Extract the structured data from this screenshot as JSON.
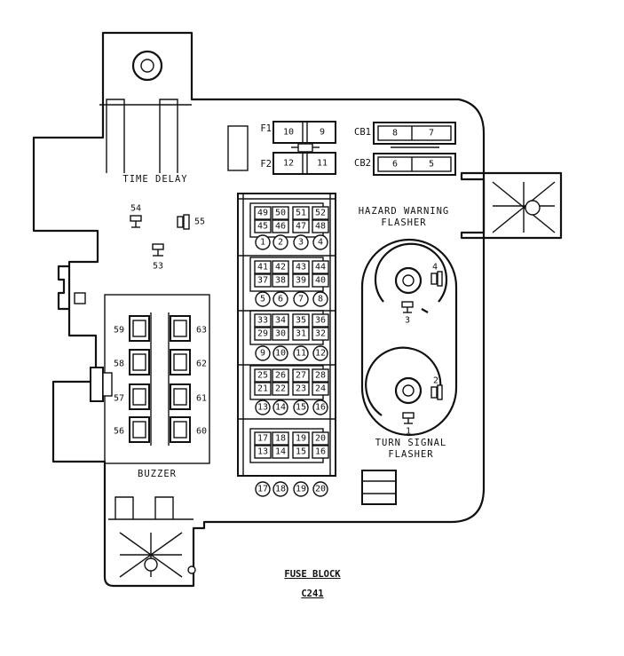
{
  "labels": {
    "time_delay": "TIME DELAY",
    "buzzer": "BUZZER",
    "hazard_line1": "HAZARD WARNING",
    "hazard_line2": "FLASHER",
    "turn_line1": "TURN SIGNAL",
    "turn_line2": "FLASHER",
    "title": "FUSE BLOCK",
    "connector": "C241",
    "f1": "F1",
    "f2": "F2",
    "cb1": "CB1",
    "cb2": "CB2"
  },
  "fuses": {
    "f1_left": "10",
    "f1_right": "9",
    "f2_left": "12",
    "f2_right": "11",
    "cb1_left": "8",
    "cb1_right": "7",
    "cb2_left": "6",
    "cb2_right": "5"
  },
  "terminals": {
    "t53": "53",
    "t54": "54",
    "t55": "55",
    "t56": "56",
    "t57": "57",
    "t58": "58",
    "t59": "59",
    "t60": "60",
    "t61": "61",
    "t62": "62",
    "t63": "63",
    "flasher_1": "1",
    "flasher_2": "2",
    "flasher_3": "3",
    "flasher_4": "4"
  },
  "connector_blocks": [
    {
      "rows": [
        [
          "49",
          "50",
          "51",
          "52"
        ],
        [
          "45",
          "46",
          "47",
          "48"
        ]
      ],
      "circles": [
        "1",
        "2",
        "3",
        "4"
      ]
    },
    {
      "rows": [
        [
          "41",
          "42",
          "43",
          "44"
        ],
        [
          "37",
          "38",
          "39",
          "40"
        ]
      ],
      "circles": [
        "5",
        "6",
        "7",
        "8"
      ]
    },
    {
      "rows": [
        [
          "33",
          "34",
          "35",
          "36"
        ],
        [
          "29",
          "30",
          "31",
          "32"
        ]
      ],
      "circles": [
        "9",
        "10",
        "11",
        "12"
      ]
    },
    {
      "rows": [
        [
          "25",
          "26",
          "27",
          "28"
        ],
        [
          "21",
          "22",
          "23",
          "24"
        ]
      ],
      "circles": [
        "13",
        "14",
        "15",
        "16"
      ]
    },
    {
      "rows": [
        [
          "17",
          "18",
          "19",
          "20"
        ],
        [
          "13",
          "14",
          "15",
          "16"
        ]
      ],
      "circles": [
        "17",
        "18",
        "19",
        "20"
      ]
    }
  ]
}
